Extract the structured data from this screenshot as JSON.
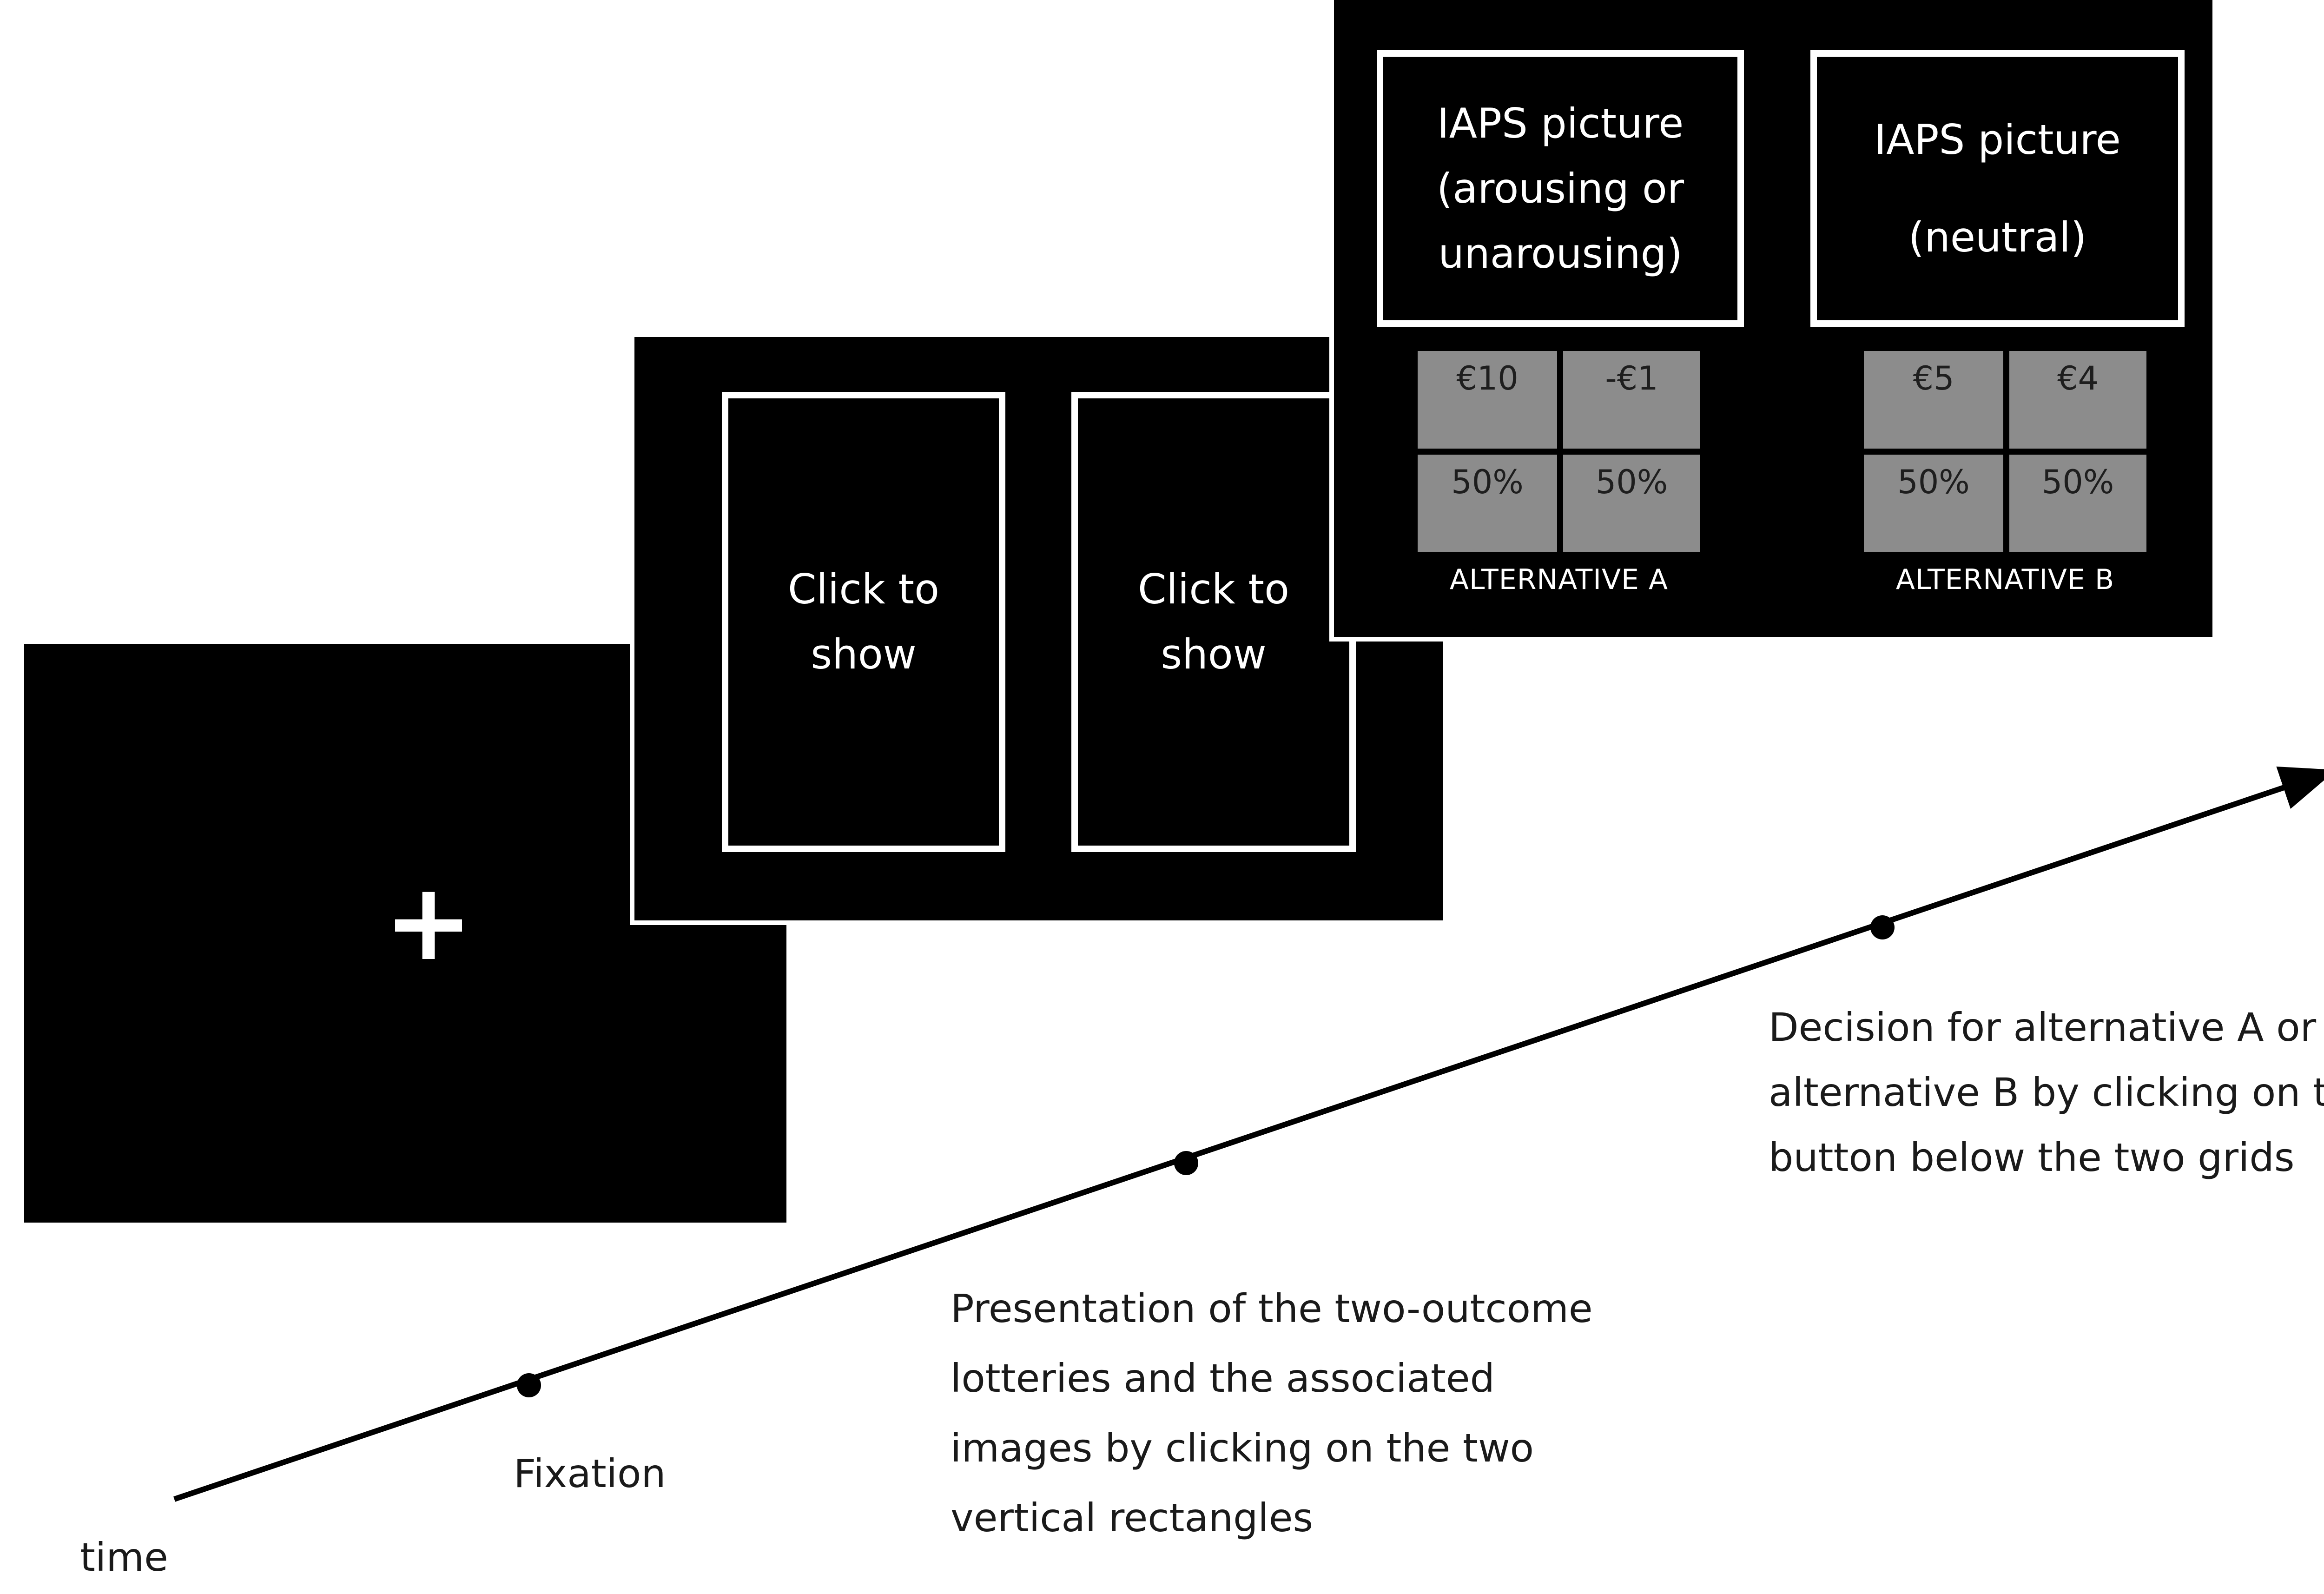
{
  "screen1": {
    "cross": "+"
  },
  "screen2": {
    "left_box": [
      "Click to",
      "show"
    ],
    "right_box": [
      "Click to",
      "show"
    ]
  },
  "screen3": {
    "left_picture": [
      "IAPS picture",
      "(arousing or",
      "unarousing)"
    ],
    "right_picture": [
      "IAPS picture",
      "(neutral)"
    ],
    "grid_a": {
      "outcomes": [
        "€10",
        "-€1"
      ],
      "probabilities": [
        "50%",
        "50%"
      ],
      "label": "ALTERNATIVE A"
    },
    "grid_b": {
      "outcomes": [
        "€5",
        "€4"
      ],
      "probabilities": [
        "50%",
        "50%"
      ],
      "label": "ALTERNATIVE B"
    }
  },
  "timeline": {
    "axis_label": "time",
    "events": [
      {
        "lines": [
          "Fixation"
        ]
      },
      {
        "lines": [
          "Presentation of the two-outcome",
          "lotteries and the associated",
          "images by clicking on the two",
          "vertical rectangles"
        ]
      },
      {
        "lines": [
          "Decision for  alternative A or",
          "alternative B by clicking on the",
          "button below the two grids"
        ]
      }
    ]
  }
}
